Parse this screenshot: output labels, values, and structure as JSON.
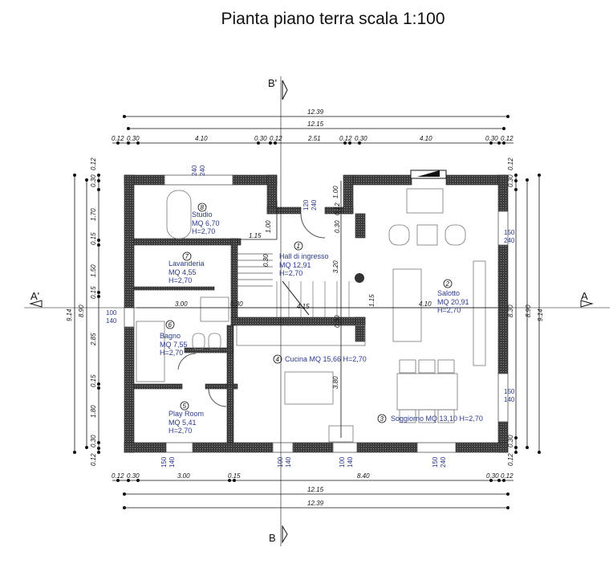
{
  "title": "Pianta piano terra scala 1:100",
  "sections": {
    "a_left": "A'",
    "a_right": "A",
    "b_top": "B'",
    "b_bottom": "B"
  },
  "dimensions": {
    "overall_outer": "12.39",
    "overall_inner": "12.15",
    "top_segments": [
      "0.12",
      "0.30",
      "4.10",
      "0.30",
      "0.12",
      "2.51",
      "0.12",
      "0.30",
      "4.10",
      "0.30",
      "0.12"
    ],
    "bottom_segments": [
      "0.12",
      "0.30",
      "3.00",
      "0.15",
      "8.40",
      "0.30",
      "0.12"
    ],
    "left_segments": [
      "0.12",
      "0.30",
      "1.70",
      "0.15",
      "1.50",
      "0.15",
      "2.85",
      "0.15",
      "1.80",
      "0.30",
      "0.12"
    ],
    "right_segments": [
      "0.12",
      "0.30",
      "8.30",
      "0.30",
      "0.12"
    ],
    "height_inner": "8.90",
    "height_outer": "9.14",
    "interior": [
      "1.15",
      "1.00",
      "0.30",
      "3.00",
      "0.30",
      "4.15",
      "1.15",
      "4.10",
      "3.20",
      "0.30",
      "0.12",
      "1.00",
      "0.30",
      "3.80"
    ]
  },
  "windows": [
    {
      "w": "240",
      "h": "240"
    },
    {
      "w": "120",
      "h": "240"
    },
    {
      "w": "150",
      "h": "240"
    },
    {
      "w": "150",
      "h": "140"
    },
    {
      "w": "100",
      "h": "140"
    },
    {
      "w": "150",
      "h": "140"
    },
    {
      "w": "100",
      "h": "140"
    },
    {
      "w": "100",
      "h": "140"
    },
    {
      "w": "150",
      "h": "240"
    }
  ],
  "rooms": [
    {
      "num": "1",
      "name": "Hall di ingresso",
      "area": "MQ 12,91",
      "height": "H=2,70"
    },
    {
      "num": "2",
      "name": "Salotto",
      "area": "MQ 20,91",
      "height": "H=2,70"
    },
    {
      "num": "3",
      "name": "Soggiorno MQ 13,10 H=2,70"
    },
    {
      "num": "4",
      "name": "Cucina MQ 15,66  H=2,70"
    },
    {
      "num": "5",
      "name": "Play Room",
      "area": "MQ 5,41",
      "height": "H=2,70"
    },
    {
      "num": "6",
      "name": "Bagno",
      "area": "MQ 7,55",
      "height": "H=2,70"
    },
    {
      "num": "7",
      "name": "Lavanderia",
      "area": "MQ 4,55",
      "height": "H=2,70"
    },
    {
      "num": "8",
      "name": "Studio",
      "area": "MQ 6,70",
      "height": "H=2,70"
    }
  ],
  "colors": {
    "wall": "#4a4a4a",
    "room_text": "#2b3a8c",
    "dim_text": "#111111"
  }
}
